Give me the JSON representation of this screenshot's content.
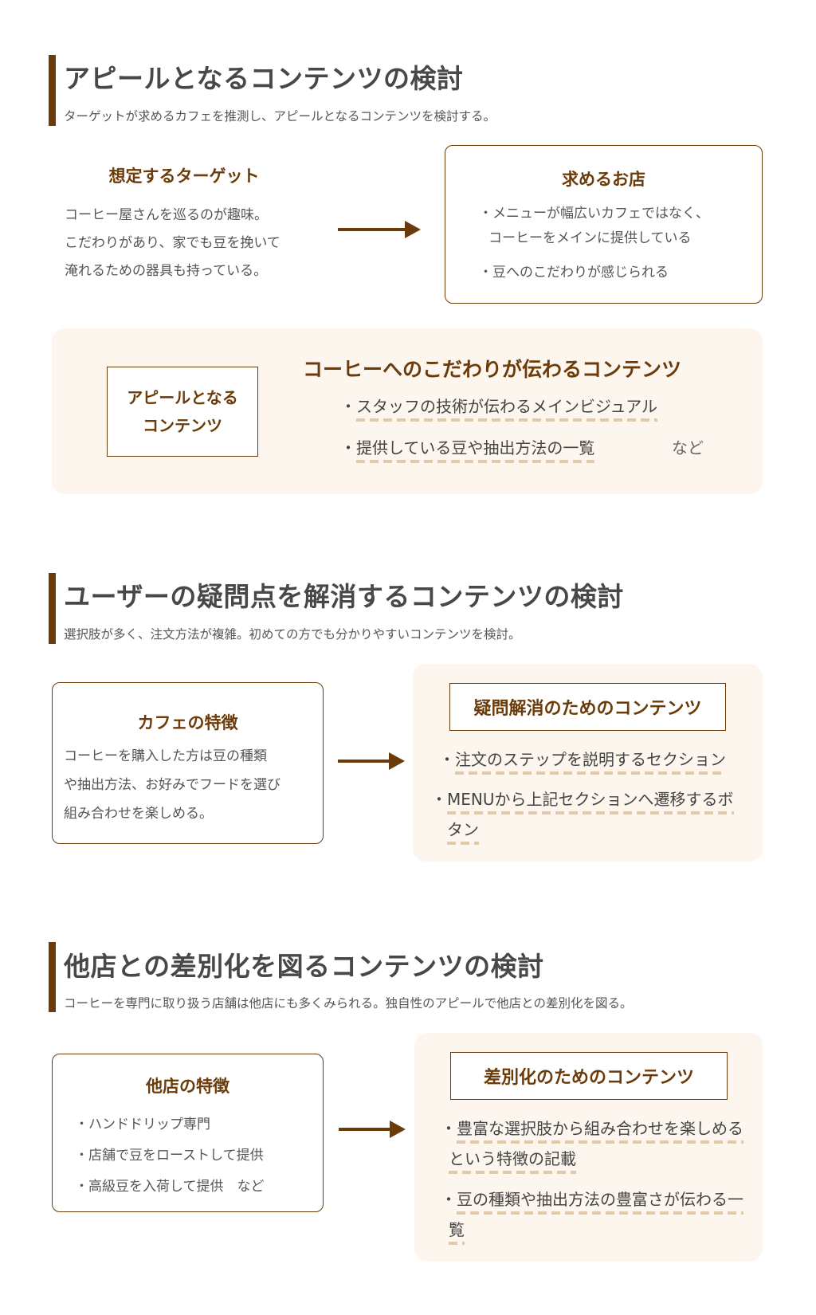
{
  "s1": {
    "title": "アピールとなるコンテンツの検討",
    "subtitle": "ターゲットが求めるカフェを推測し、アピールとなるコンテンツを検討する。",
    "target_heading": "想定するターゲット",
    "target_lines": [
      "コーヒー屋さんを巡るのが趣味。",
      "こだわりがあり、家でも豆を挽いて",
      "淹れるための器具も持っている。"
    ],
    "shop_heading": "求めるお店",
    "shop_lines": [
      "・メニューが幅広いカフェではなく、",
      "コーヒーをメインに提供している",
      "・豆へのこだわりが感じられる"
    ],
    "appeal_box": [
      "アピールとなる",
      "コンテンツ"
    ],
    "content_heading": "コーヒーへのこだわりが伝わるコンテンツ",
    "bullets": [
      "スタッフの技術が伝わるメインビジュアル",
      "提供している豆や抽出方法の一覧"
    ],
    "etc": "など"
  },
  "s2": {
    "title": "ユーザーの疑問点を解消するコンテンツの検討",
    "subtitle": "選択肢が多く、注文方法が複雑。初めての方でも分かりやすいコンテンツを検討。",
    "left_heading": "カフェの特徴",
    "left_lines": [
      "コーヒーを購入した方は豆の種類",
      "や抽出方法、お好みでフードを選び",
      "組み合わせを楽しめる。"
    ],
    "right_heading": "疑問解消のためのコンテンツ",
    "bullets": [
      "注文のステップを説明するセクション",
      "MENUから上記セクションへ遷移するボタン"
    ]
  },
  "s3": {
    "title": "他店との差別化を図るコンテンツの検討",
    "subtitle": "コーヒーを専門に取り扱う店舗は他店にも多くみられる。独自性のアピールで他店との差別化を図る。",
    "left_heading": "他店の特徴",
    "left_lines": [
      "・ハンドドリップ専門",
      "・店舗で豆をローストして提供",
      "・高級豆を入荷して提供　など"
    ],
    "right_heading": "差別化のためのコンテンツ",
    "bullets": [
      "豊富な選択肢から組み合わせを楽しめるという特徴の記載",
      "豆の種類や抽出方法の豊富さが伝わる一覧"
    ]
  },
  "bullet_mark": "・",
  "colors": {
    "accent": "#6b3b0a",
    "panel": "#fdf6ef",
    "underline": "#e0caa9"
  }
}
